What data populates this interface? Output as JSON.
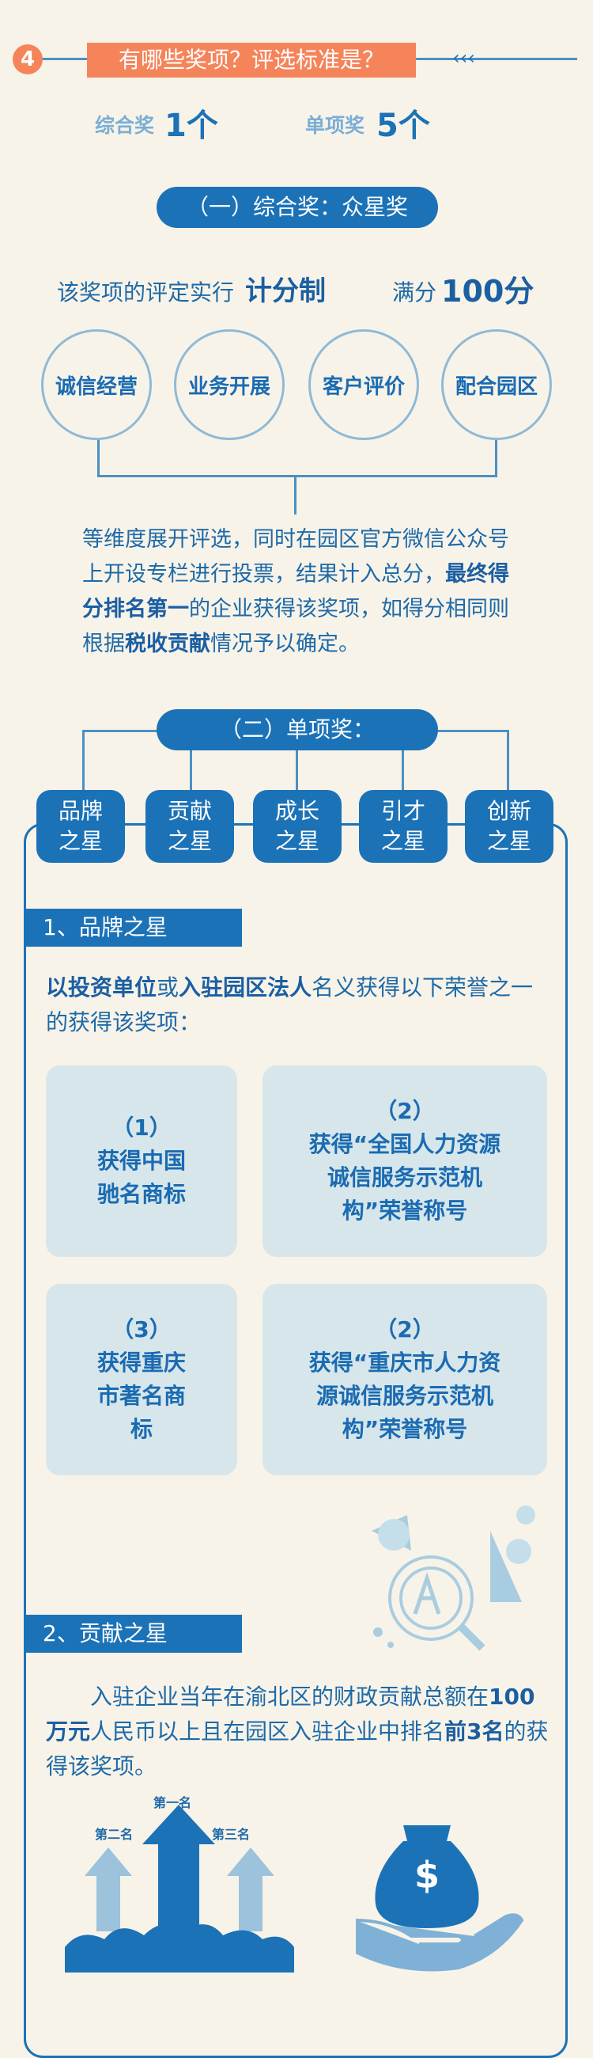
{
  "header": {
    "number": "4",
    "title": "有哪些奖项？评选标准是？",
    "arrows": "‹‹‹"
  },
  "summary": {
    "comp_label": "综合奖",
    "comp_count": "1个",
    "single_label": "单项奖",
    "single_count": "5个"
  },
  "section1": {
    "title": "（一）综合奖：众星奖",
    "scoring_prefix": "该奖项的评定实行",
    "scoring_method": "计分制",
    "full_prefix": "满分",
    "full_score": "100分",
    "criteria": [
      "诚信经营",
      "业务开展",
      "客户评价",
      "配合园区"
    ],
    "desc": {
      "p1": "等维度展开评选，同时在园区官方微信公众号上开设专栏进行投票，结果计入总分，",
      "b1": "最终得分排名第一",
      "p2": "的企业获得该奖项，如得分相同则根据",
      "b2": "税收贡献",
      "p3": "情况予以确定。"
    }
  },
  "section2": {
    "title": "（二）单项奖：",
    "stars": [
      {
        "l1": "品牌",
        "l2": "之星"
      },
      {
        "l1": "贡献",
        "l2": "之星"
      },
      {
        "l1": "成长",
        "l2": "之星"
      },
      {
        "l1": "引才",
        "l2": "之星"
      },
      {
        "l1": "创新",
        "l2": "之星"
      }
    ]
  },
  "brand": {
    "tab": "1、品牌之星",
    "intro": {
      "b1": "以投资单位",
      "t1": "或",
      "b2": "入驻园区法人",
      "t2": "名义获得以下荣誉之一的获得该奖项："
    },
    "honors": [
      {
        "num": "（1）",
        "text": "获得中国驰名商标"
      },
      {
        "num": "（2）",
        "text": "获得“全国人力资源诚信服务示范机构”荣誉称号"
      },
      {
        "num": "（3）",
        "text": "获得重庆市著名商标"
      },
      {
        "num": "（2）",
        "text": "获得“重庆市人力资源诚信服务示范机构”荣誉称号"
      }
    ]
  },
  "contribution": {
    "tab": "2、贡献之星",
    "text": {
      "t1": "入驻企业当年在渝北区的财政贡献总额在",
      "b1": "100万元",
      "t2": "人民币以上且在园区入驻企业中排名",
      "b2": "前3名",
      "t3": "的获得该奖项。"
    },
    "ranks": {
      "first": "第一名",
      "second": "第二名",
      "third": "第三名"
    },
    "money_symbol": "$"
  },
  "colors": {
    "primary": "#1b72b7",
    "orange": "#f5845a",
    "bg": "#f8f3e9",
    "card": "#d7e6ea"
  }
}
